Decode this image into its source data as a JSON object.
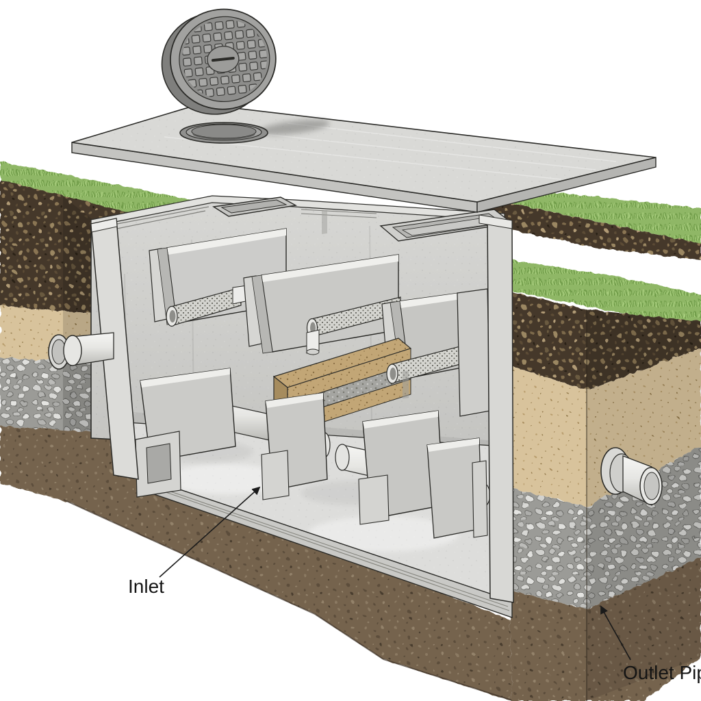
{
  "figure": {
    "type": "cutaway-technical-illustration",
    "subject": "Underground multi-chamber concrete treatment tank (stormwater/septic) shown in cross-section beneath grass and soil layers, with lifted concrete lid and manhole cover",
    "background_color": "#ffffff"
  },
  "labels": {
    "inlet": {
      "text": "Inlet"
    },
    "outlet_pipe": {
      "text": "Outlet Pipe"
    }
  },
  "components": [
    "manhole-cover",
    "concrete-lid-slab",
    "lid-access-hole",
    "grass-surface",
    "topsoil-layer",
    "sand-layer",
    "gravel-layer",
    "subsoil-base",
    "tank-back-wall",
    "tank-left-wall",
    "tank-right-wall",
    "tank-floor",
    "baffle-walls",
    "perforated-pipes",
    "distribution-pipes",
    "filter-media-block",
    "inlet-pipe",
    "outlet-pipe"
  ],
  "colors": {
    "grass": "#8fb766",
    "topsoil": "#45382a",
    "sand": "#d8c39c",
    "gravel": "#a9a9a6",
    "subsoil": "#74634e",
    "concrete_light": "#dadad7",
    "concrete_mid": "#c9c9c6",
    "concrete_dark": "#b1b1ae",
    "pipe_white": "#f2f2f0",
    "filter_tan": "#c2a676",
    "line_ink": "#2b2b28",
    "label_ink": "#141414"
  }
}
